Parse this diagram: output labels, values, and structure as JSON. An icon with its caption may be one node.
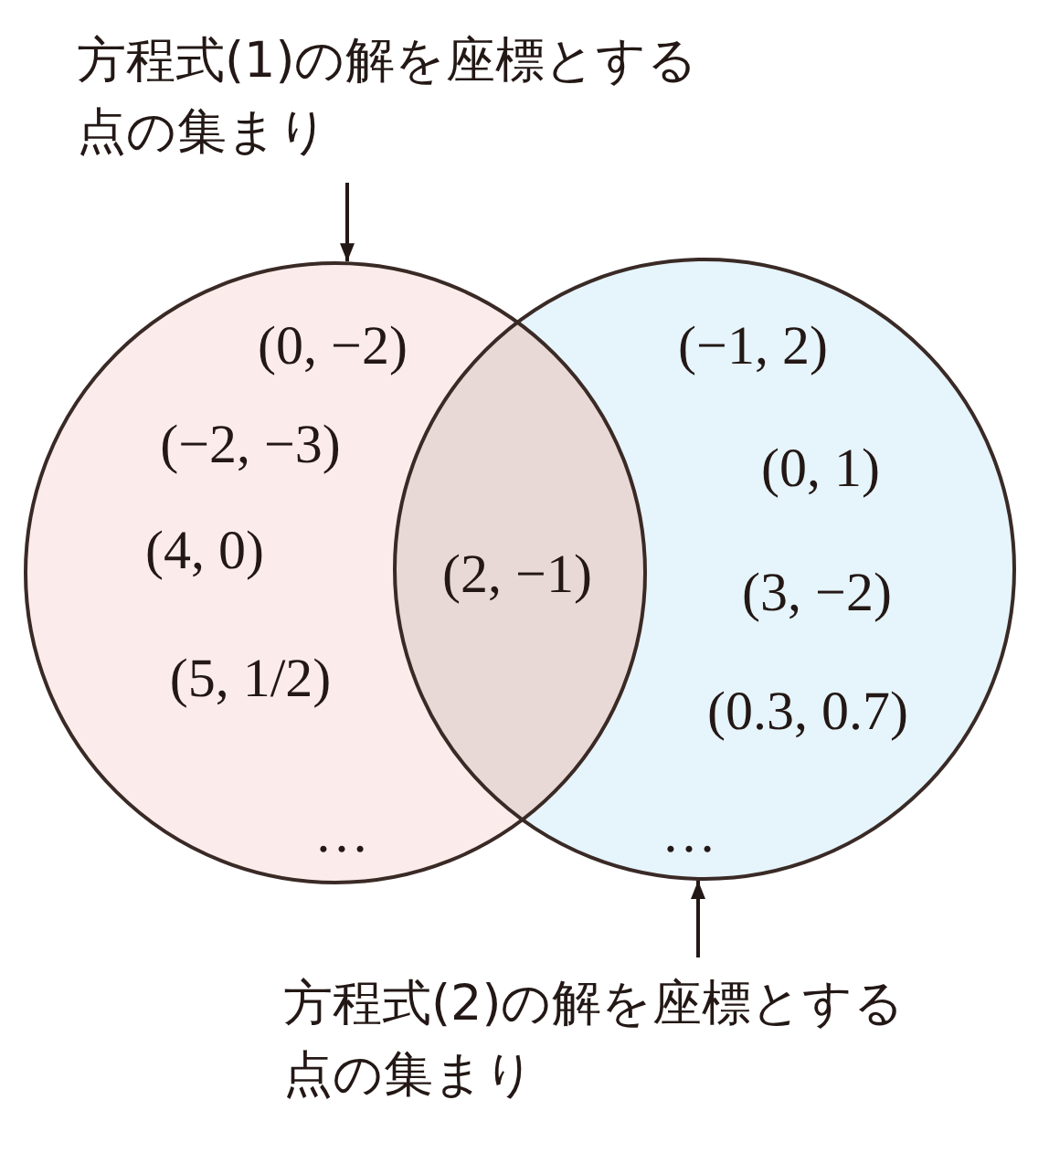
{
  "diagram": {
    "nodes": [
      {
        "text": [
          "方程式(1)の解を座標とする点の集まり"
        ]
      },
      {
        "text": [
          "(0, −2)",
          "(−2, −3)",
          "(4, 0)",
          "(5, 1/2)",
          "…"
        ]
      },
      {
        "text": [
          "(−1, 2)",
          "(0, 1)",
          "(3, −2)",
          "(0.3, 0.7)",
          "…"
        ]
      },
      {
        "text": [
          "方程式(2)の解を座標とする点の集まり"
        ]
      }
    ],
    "edges": [
      {
        "from": 0,
        "to": 1,
        "arrow": "to"
      },
      {
        "from": 3,
        "to": 2,
        "arrow": "to"
      }
    ],
    "labels": [
      "(2, −1)"
    ]
  }
}
